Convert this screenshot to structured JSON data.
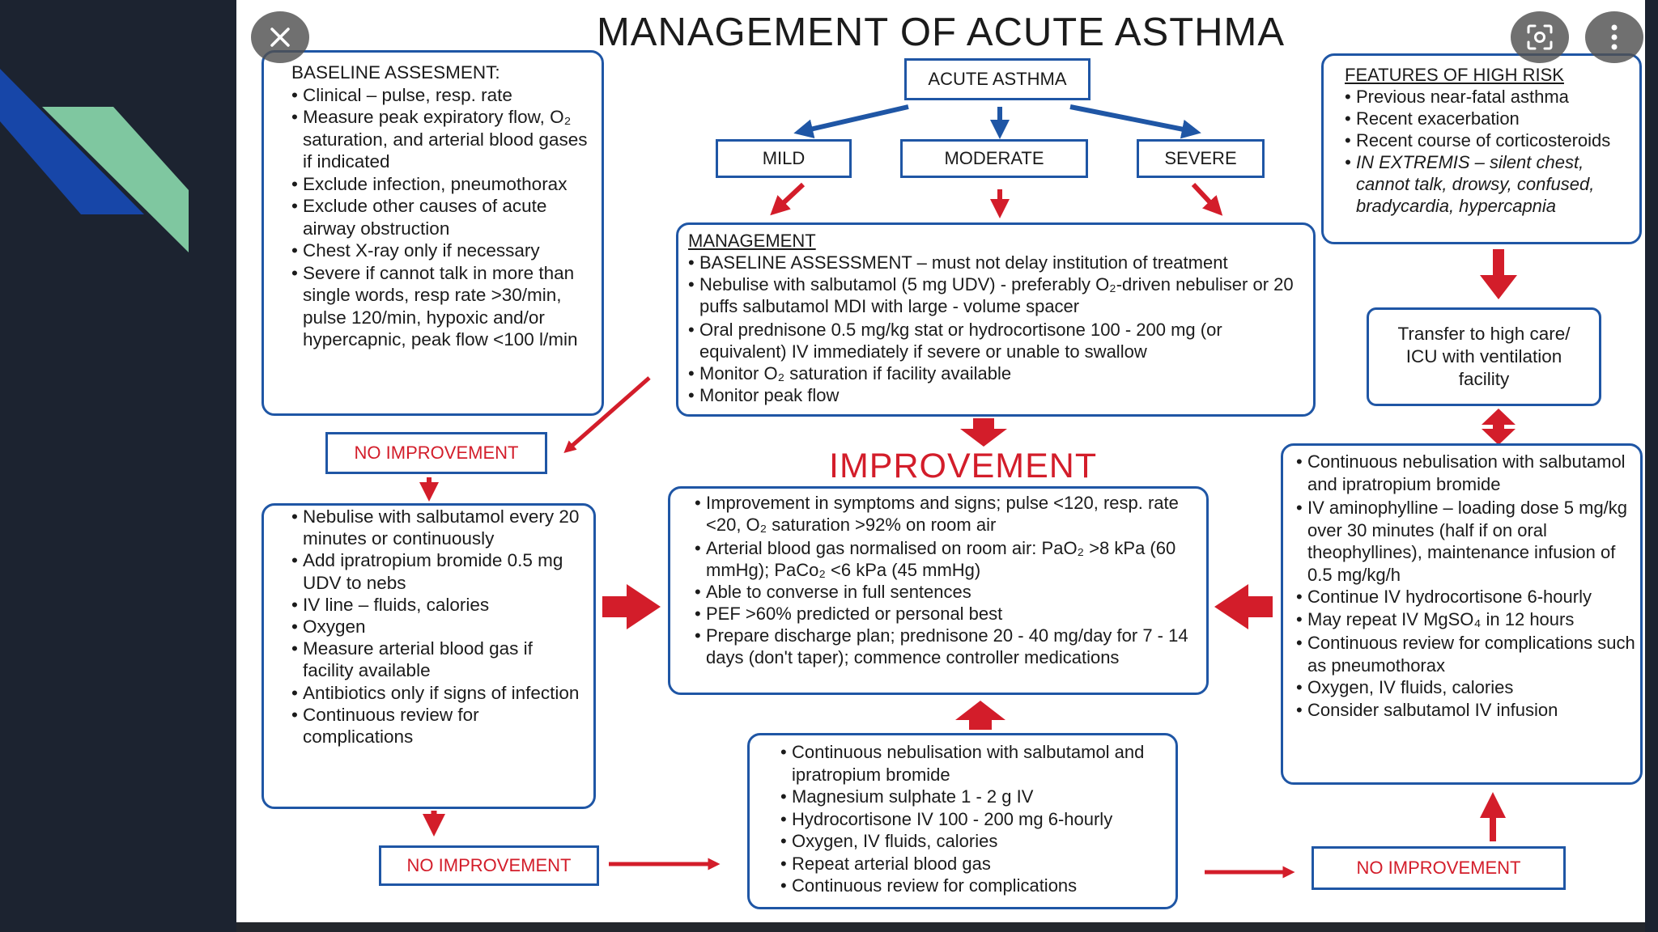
{
  "title": "MANAGEMENT OF ACUTE ASTHMA",
  "top": {
    "acute": "ACUTE ASTHMA",
    "mild": "MILD",
    "moderate": "MODERATE",
    "severe": "SEVERE"
  },
  "baseline": {
    "heading": "BASELINE ASSESMENT:",
    "items": [
      "Clinical – pulse, resp. rate",
      "Measure peak expiratory flow, O₂ saturation, and arterial blood gases if indicated",
      "Exclude infection, pneumothorax",
      "Exclude other causes of acute airway obstruction",
      "Chest X-ray only if necessary",
      "Severe if cannot talk in more than single words, resp rate >30/min, pulse 120/min, hypoxic and/or hypercapnic, peak flow <100 l/min"
    ]
  },
  "high_risk": {
    "heading": "FEATURES OF HIGH RISK",
    "items": [
      "Previous near-fatal asthma",
      "Recent exacerbation",
      "Recent course of corticosteroids",
      "IN EXTREMIS – silent chest, cannot talk, drowsy, confused, bradycardia, hypercapnia"
    ]
  },
  "transfer": "Transfer to high care/ ICU with ventilation facility",
  "management": {
    "heading": "MANAGEMENT",
    "items": [
      "BASELINE ASSESSMENT – must not delay institution of treatment",
      "Nebulise with salbutamol (5 mg UDV) - preferably O₂-driven nebuliser or 20 puffs salbutamol MDI with large - volume spacer",
      "Oral prednisone 0.5 mg/kg stat or hydrocortisone 100 - 200 mg (or equivalent) IV immediately if severe or unable to swallow",
      "Monitor O₂ saturation if facility available",
      "Monitor peak flow"
    ]
  },
  "no_improvement": "NO IMPROVEMENT",
  "improvement": {
    "title": "IMPROVEMENT",
    "items": [
      "Improvement in symptoms and signs; pulse <120, resp. rate <20, O₂ saturation >92% on room air",
      "Arterial blood gas normalised on room air: PaO₂ >8 kPa (60 mmHg); PaCo₂ <6 kPa (45 mmHg)",
      "Able to converse in full sentences",
      "PEF >60% predicted or personal best",
      "Prepare discharge plan; prednisone 20 - 40 mg/day for 7 - 14 days (don't taper); commence controller medications"
    ]
  },
  "left_treatment": {
    "items": [
      "Nebulise with salbutamol every 20 minutes or continuously",
      "Add ipratropium bromide 0.5 mg UDV to nebs",
      "IV line – fluids, calories",
      "Oxygen",
      "Measure arterial blood gas if facility available",
      "Antibiotics only if signs of infection",
      "Continuous review for complications"
    ]
  },
  "bottom_treatment": {
    "items": [
      "Continuous nebulisation with salbutamol and ipratropium bromide",
      "Magnesium sulphate 1 - 2 g IV",
      "Hydrocortisone IV 100 - 200 mg 6-hourly",
      "Oxygen, IV fluids, calories",
      "Repeat arterial blood gas",
      "Continuous review for complications"
    ]
  },
  "right_treatment": {
    "items": [
      "Continuous nebulisation with salbutamol and ipratropium bromide",
      "IV aminophylline – loading dose 5 mg/kg over 30 minutes (half if on oral theophyllines), maintenance infusion of 0.5 mg/kg/h",
      "Continue IV hydrocortisone 6-hourly",
      "May repeat IV MgSO₄ in 12 hours",
      "Continuous review for complications such as pneumothorax",
      "Oxygen, IV fluids, calories",
      "Consider salbutamol IV infusion"
    ]
  },
  "controls": {
    "close_icon": "close-icon",
    "screenshot_icon": "screen-capture-icon",
    "more_icon": "more-vertical-icon"
  },
  "colors": {
    "blue": "#1f56a5",
    "red": "#d31d2a",
    "accent_blue": "#1746a8",
    "accent_green": "#7fc7a0",
    "background": "#1c2330"
  }
}
